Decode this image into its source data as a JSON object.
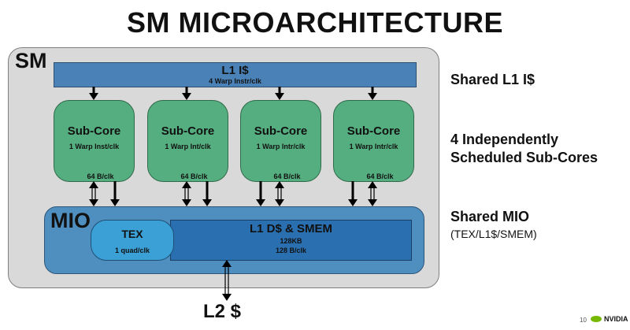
{
  "title": "SM MICROARCHITECTURE",
  "sm": {
    "label": "SM",
    "l1_icache": {
      "title": "L1 I$",
      "rate": "4 Warp Instr/clk"
    },
    "sub_cores": [
      {
        "title": "Sub-Core",
        "rate": "1 Warp Inst/clk",
        "bandwidth": "64 B/clk"
      },
      {
        "title": "Sub-Core",
        "rate": "1 Warp Int/clk",
        "bandwidth": "64 B/clk"
      },
      {
        "title": "Sub-Core",
        "rate": "1 Warp Intr/clk",
        "bandwidth": "64 B/clk"
      },
      {
        "title": "Sub-Core",
        "rate": "1 Warp Intr/clk",
        "bandwidth": "64 B/clk"
      }
    ],
    "mio": {
      "label": "MIO",
      "tex": {
        "title": "TEX",
        "rate": "1 quad/clk"
      },
      "l1d": {
        "title": "L1 D$ & SMEM",
        "size": "128KB",
        "bandwidth": "128 B/clk"
      }
    }
  },
  "l2": "L2 $",
  "annotations": {
    "l1i": "Shared L1 I$",
    "cores_line1": "4 Independently",
    "cores_line2": "Scheduled Sub-Cores",
    "mio": "Shared MIO",
    "mio_sub": "(TEX/L1$/SMEM)"
  },
  "footer": {
    "page": "10",
    "logo": "NVIDIA"
  },
  "colors": {
    "sm_bg": "#d9d9d9",
    "l1i": "#4a82b8",
    "sub_core": "#55ae7f",
    "mio": "#4f8fc0",
    "tex": "#3aa0d6",
    "l1d": "#2a6faf",
    "nvidia_green": "#76b900"
  }
}
